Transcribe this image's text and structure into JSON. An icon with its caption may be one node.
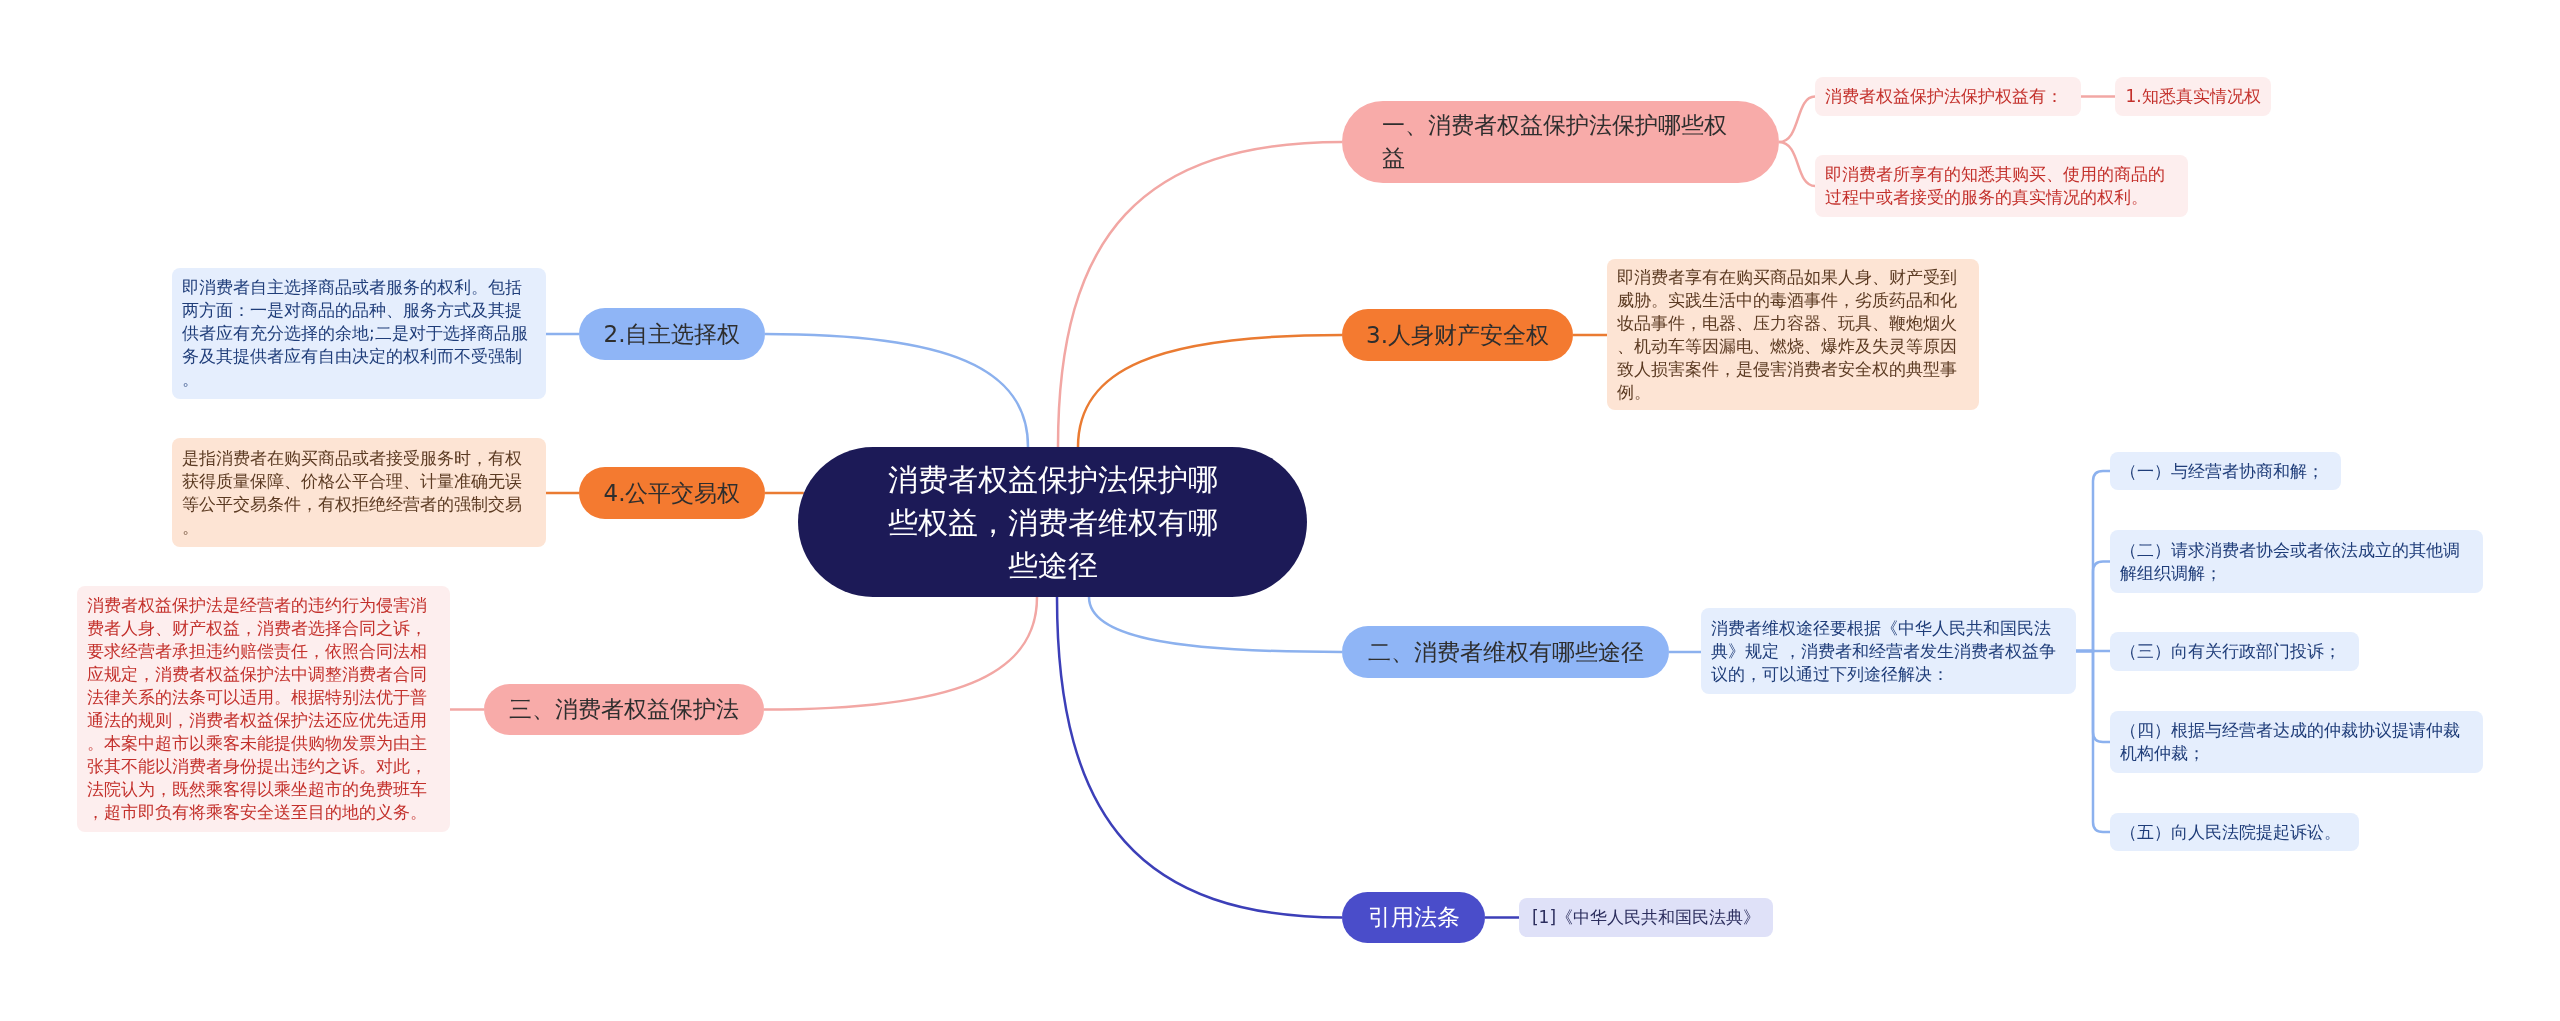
{
  "diagram": {
    "nodes": [
      {
        "text": [
          "消费者权益保护法保护哪些权益，消费者维权有哪些途径"
        ]
      },
      {
        "text": [
          "一、消费者权益保护法保护哪些权益"
        ]
      },
      {
        "text": [
          "消费者权益保护法保护权益有："
        ]
      },
      {
        "text": [
          "1.知悉真实情况权"
        ]
      },
      {
        "text": [
          "即消费者所享有的知悉其购买、使用的商品的过程中或者接受的服务的真实情况的权利。"
        ]
      },
      {
        "text": [
          "3.人身财产安全权"
        ]
      },
      {
        "text": [
          "即消费者享有在购买商品如果人身、财产受到威胁。实践生活中的毒酒事件，劣质药品和化妆品事件，电器、压力容器、玩具、鞭炮烟火、机动车等因漏电、燃烧、爆炸及失灵等原因致人损害案件，是侵害消费者安全权的典型事例。"
        ]
      },
      {
        "text": [
          "2.自主选择权"
        ]
      },
      {
        "text": [
          "即消费者自主选择商品或者服务的权利。包括两方面：一是对商品的品种、服务方式及其提供者应有充分选择的余地;二是对于选择商品服务及其提供者应有自由决定的权利而不受强制。"
        ]
      },
      {
        "text": [
          "4.公平交易权"
        ]
      },
      {
        "text": [
          "是指消费者在购买商品或者接受服务时，有权获得质量保障、价格公平合理、计量准确无误等公平交易条件，有权拒绝经营者的强制交易。"
        ]
      },
      {
        "text": [
          "三、消费者权益保护法"
        ]
      },
      {
        "text": [
          "消费者权益保护法是经营者的违约行为侵害消费者人身、财产权益，消费者选择合同之诉，要求经营者承担违约赔偿责任，依照合同法相应规定，消费者权益保护法中调整消费者合同法律关系的法条可以适用。根据特别法优于普通法的规则，消费者权益保护法还应优先适用。本案中超市以乘客未能提供购物发票为由主张其不能以消费者身份提出违约之诉。对此，法院认为，既然乘客得以乘坐超市的免费班车，超市即负有将乘客安全送至目的地的义务。"
        ]
      },
      {
        "text": [
          "二、消费者维权有哪些途径"
        ]
      },
      {
        "text": [
          "消费者维权途径要根据《中华人民共和国民法典》规定 ，消费者和经营者发生消费者权益争议的，可以通过下列途径解决："
        ]
      },
      {
        "text": [
          "（一）与经营者协商和解；"
        ]
      },
      {
        "text": [
          "（二）请求消费者协会或者依法成立的其他调解组织调解；"
        ]
      },
      {
        "text": [
          "（三）向有关行政部门投诉；"
        ]
      },
      {
        "text": [
          "（四）根据与经营者达成的仲裁协议提请仲裁机构仲裁；"
        ]
      },
      {
        "text": [
          "（五）向人民法院提起诉讼。"
        ]
      },
      {
        "text": [
          "引用法条"
        ]
      },
      {
        "text": [
          "[1]《中华人民共和国民法典》"
        ]
      }
    ],
    "edges": [
      {
        "from": 0,
        "to": 1,
        "arrow": "none",
        "color": "#f2a7a4"
      },
      {
        "from": 1,
        "to": 2,
        "arrow": "none",
        "color": "#f2a7a4"
      },
      {
        "from": 2,
        "to": 3,
        "arrow": "none",
        "color": "#f2a7a4"
      },
      {
        "from": 1,
        "to": 4,
        "arrow": "none",
        "color": "#f2a7a4"
      },
      {
        "from": 0,
        "to": 5,
        "arrow": "none",
        "color": "#ea7b32"
      },
      {
        "from": 5,
        "to": 6,
        "arrow": "none",
        "color": "#ea7b32"
      },
      {
        "from": 0,
        "to": 7,
        "arrow": "none",
        "color": "#8cb1ee"
      },
      {
        "from": 7,
        "to": 8,
        "arrow": "none",
        "color": "#8cb1ee"
      },
      {
        "from": 0,
        "to": 9,
        "arrow": "none",
        "color": "#ea7b32"
      },
      {
        "from": 9,
        "to": 10,
        "arrow": "none",
        "color": "#ea7b32"
      },
      {
        "from": 0,
        "to": 11,
        "arrow": "none",
        "color": "#f2a7a4"
      },
      {
        "from": 11,
        "to": 12,
        "arrow": "none",
        "color": "#f2a7a4"
      },
      {
        "from": 0,
        "to": 13,
        "arrow": "none",
        "color": "#8cb1ee"
      },
      {
        "from": 13,
        "to": 14,
        "arrow": "none",
        "color": "#8cb1ee"
      },
      {
        "from": 14,
        "to": 15,
        "arrow": "none",
        "color": "#8cb1ee"
      },
      {
        "from": 14,
        "to": 16,
        "arrow": "none",
        "color": "#8cb1ee"
      },
      {
        "from": 14,
        "to": 17,
        "arrow": "none",
        "color": "#8cb1ee"
      },
      {
        "from": 14,
        "to": 18,
        "arrow": "none",
        "color": "#8cb1ee"
      },
      {
        "from": 14,
        "to": 19,
        "arrow": "none",
        "color": "#8cb1ee"
      },
      {
        "from": 0,
        "to": 20,
        "arrow": "none",
        "color": "#3c3fb8"
      },
      {
        "from": 20,
        "to": 21,
        "arrow": "none",
        "color": "#3c3fb8"
      }
    ]
  }
}
